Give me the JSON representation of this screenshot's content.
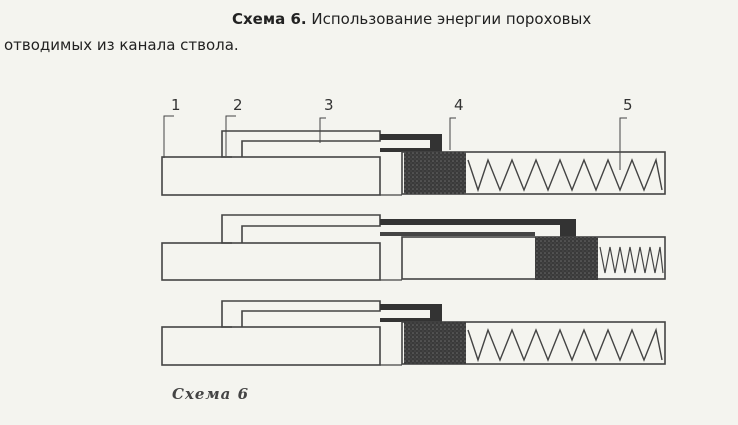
{
  "header": {
    "title_bold": "Схема 6.",
    "title_rest": " Использование энергии пороховых",
    "title_line2": "отводимых из канала ствола."
  },
  "labels": [
    "1",
    "2",
    "3",
    "4",
    "5"
  ],
  "diagram_caption": "Схема 6"
}
